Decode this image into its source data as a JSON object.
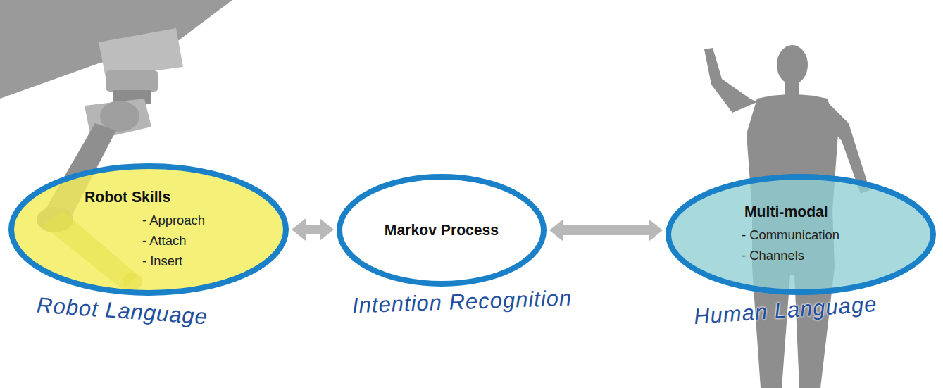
{
  "diagram": {
    "nodes": [
      {
        "text": [
          "Robot Skills",
          "- Approach",
          "- Attach",
          "- Insert",
          "Robot Language"
        ]
      },
      {
        "text": [
          "Markov Process",
          "Intention Recognition"
        ]
      },
      {
        "text": [
          "Multi-modal",
          "- Communication",
          "- Channels",
          "Human Language"
        ]
      }
    ],
    "edges": [
      {
        "from": 0,
        "to": 1,
        "arrow": "both"
      },
      {
        "from": 1,
        "to": 2,
        "arrow": "both"
      }
    ]
  }
}
